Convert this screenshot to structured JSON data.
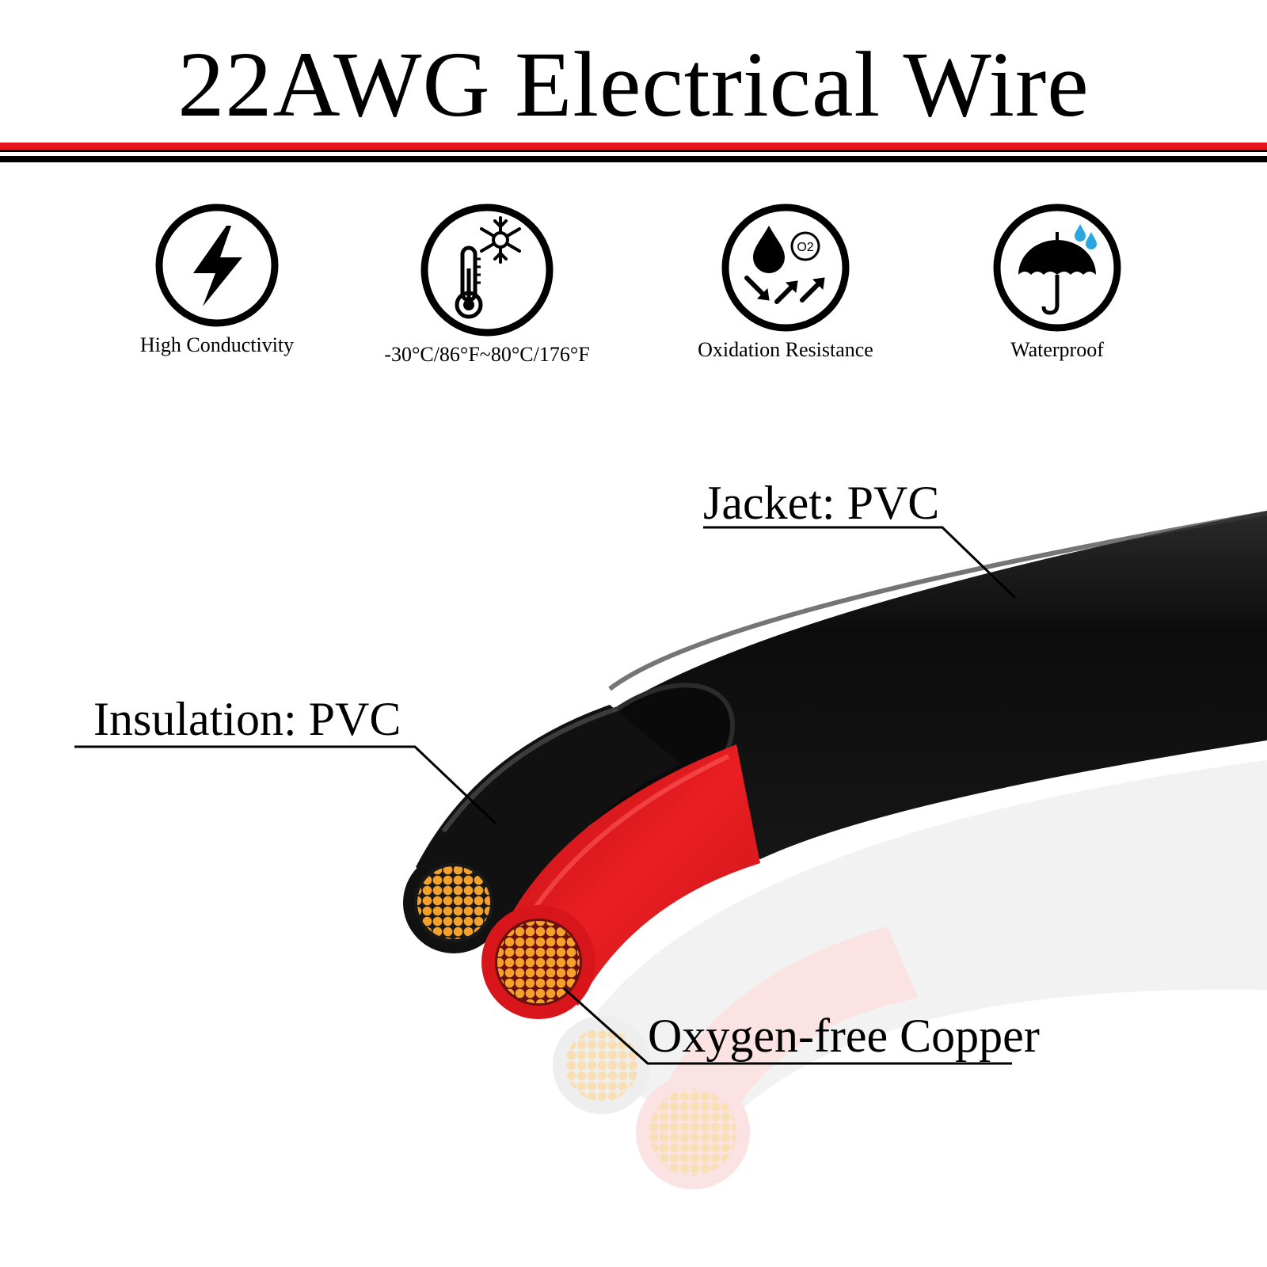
{
  "title": "22AWG Electrical Wire",
  "colors": {
    "stripe_red": "#e8141b",
    "stripe_black": "#000000",
    "jacket": "#121212",
    "insulation_red": "#e01a1f",
    "copper": "#f3a12a",
    "raindrops": "#2aa7e0"
  },
  "features": [
    {
      "icon": "lightning-bolt-icon",
      "label": "High Conductivity"
    },
    {
      "icon": "thermometer-snowflake-icon",
      "label": "-30°C/86°F~80°C/176°F"
    },
    {
      "icon": "water-drop-oxygen-icon",
      "label": "Oxidation Resistance",
      "o2_text": "O2"
    },
    {
      "icon": "umbrella-rain-icon",
      "label": "Waterproof"
    }
  ],
  "callouts": {
    "jacket": "Jacket: PVC",
    "insulation": "Insulation: PVC",
    "conductor": "Oxygen-free Copper"
  }
}
